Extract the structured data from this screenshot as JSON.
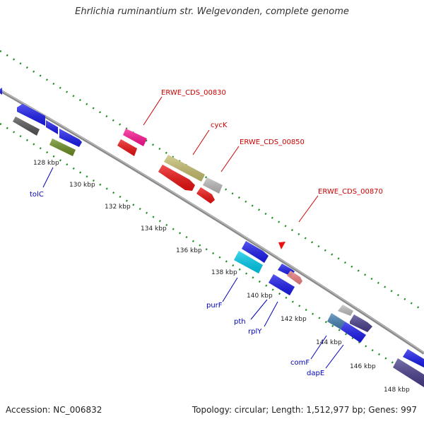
{
  "title": "Ehrlichia ruminantium str. Welgevonden, complete genome",
  "footer": {
    "accession": "Accession: NC_006832",
    "summary": "Topology: circular; Length: 1,512,977 bp; Genes: 997"
  },
  "colors": {
    "backbone": "#8a8a8a",
    "gc_ticks": "#1e8c1e",
    "forward_label": "#cc0000",
    "reverse_label": "#0000bb"
  },
  "ticks": [
    "128 kbp",
    "130 kbp",
    "132 kbp",
    "134 kbp",
    "136 kbp",
    "138 kbp",
    "140 kbp",
    "142 kbp",
    "144 kbp",
    "146 kbp",
    "148 kbp"
  ],
  "forward_labels": [
    "ERWE_CDS_00830",
    "cycK",
    "ERWE_CDS_00850",
    "ERWE_CDS_00870"
  ],
  "reverse_labels": [
    "tolC",
    "purF",
    "pth",
    "rplY",
    "comF",
    "dapE"
  ],
  "genes": [
    {
      "color": "#1a1aee"
    },
    {
      "color": "#1a1aee"
    },
    {
      "color": "#1a1aee"
    },
    {
      "color": "#555555"
    },
    {
      "color": "#1a1aee"
    },
    {
      "color": "#6b8e23"
    },
    {
      "color": "#ff1493"
    },
    {
      "color": "#ee1111"
    },
    {
      "color": "#c8c070"
    },
    {
      "color": "#ee1111"
    },
    {
      "color": "#bbbbbb"
    },
    {
      "color": "#ee1111"
    },
    {
      "color": "#1a1aee"
    },
    {
      "color": "#00ccee"
    },
    {
      "color": "#1a1aee"
    },
    {
      "color": "#f08080"
    },
    {
      "color": "#1a1aee"
    },
    {
      "color": "#c0c0c0"
    },
    {
      "color": "#4682b4"
    },
    {
      "color": "#1a1aee"
    },
    {
      "color": "#483d8b"
    }
  ]
}
